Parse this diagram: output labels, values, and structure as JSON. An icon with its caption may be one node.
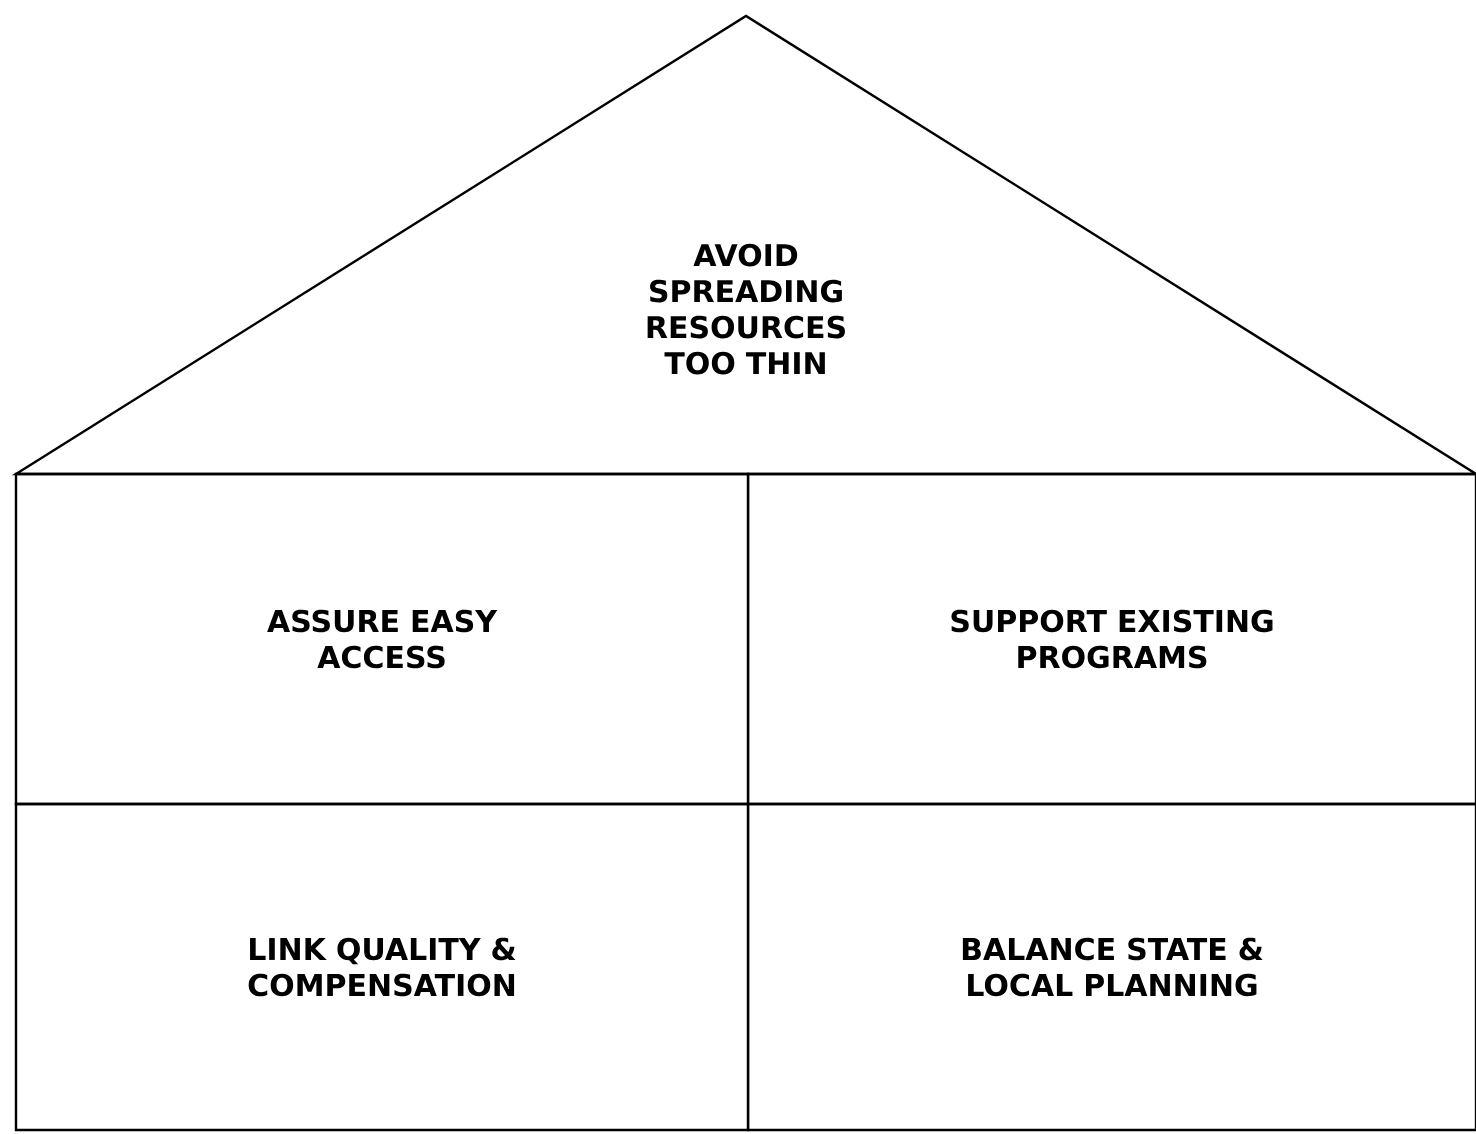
{
  "diagram": {
    "nodes": [
      {
        "text": [
          "AVOID SPREADING RESOURCES TOO THIN"
        ]
      },
      {
        "text": [
          "ASSURE EASY ACCESS"
        ]
      },
      {
        "text": [
          "SUPPORT EXISTING PROGRAMS"
        ]
      },
      {
        "text": [
          "LINK QUALITY & COMPENSATION"
        ]
      },
      {
        "text": [
          "BALANCE STATE & LOCAL PLANNING"
        ]
      }
    ]
  }
}
